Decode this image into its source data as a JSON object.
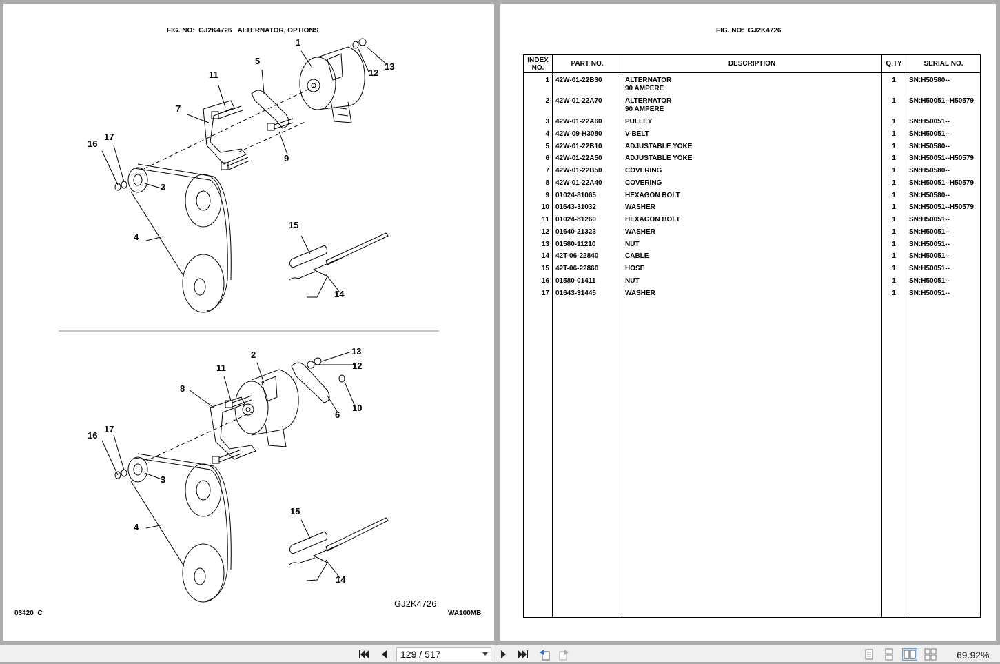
{
  "left_page": {
    "fig_no_label": "FIG. NO:",
    "fig_no": "GJ2K4726",
    "fig_title": "ALTERNATOR, OPTIONS",
    "callouts_top": [
      "1",
      "5",
      "11",
      "7",
      "12",
      "13",
      "9",
      "16",
      "17",
      "3",
      "4",
      "15",
      "14"
    ],
    "callouts_bottom": [
      "2",
      "11",
      "8",
      "13",
      "12",
      "10",
      "6",
      "16",
      "17",
      "3",
      "15",
      "4",
      "14"
    ],
    "figure_code": "GJ2K4726",
    "doc_code": "03420_C",
    "model": "WA100MB"
  },
  "right_page": {
    "fig_no_label": "FIG. NO:",
    "fig_no": "GJ2K4726",
    "table": {
      "headers": {
        "index": "INDEX\nNO.",
        "part": "PART NO.",
        "desc": "DESCRIPTION",
        "qty": "Q.TY",
        "serial": "SERIAL NO."
      },
      "rows": [
        {
          "idx": "1",
          "part": "42W-01-22B30",
          "desc": "ALTERNATOR\n90 AMPERE",
          "qty": "1",
          "serial": "SN:H50580--"
        },
        {
          "idx": "2",
          "part": "42W-01-22A70",
          "desc": "ALTERNATOR\n90 AMPERE",
          "qty": "1",
          "serial": "SN:H50051--H50579"
        },
        {
          "idx": "3",
          "part": "42W-01-22A60",
          "desc": "PULLEY",
          "qty": "1",
          "serial": "SN:H50051--"
        },
        {
          "idx": "4",
          "part": "42W-09-H3080",
          "desc": "V-BELT",
          "qty": "1",
          "serial": "SN:H50051--"
        },
        {
          "idx": "5",
          "part": "42W-01-22B10",
          "desc": "ADJUSTABLE YOKE",
          "qty": "1",
          "serial": "SN:H50580--"
        },
        {
          "idx": "6",
          "part": "42W-01-22A50",
          "desc": "ADJUSTABLE YOKE",
          "qty": "1",
          "serial": "SN:H50051--H50579"
        },
        {
          "idx": "7",
          "part": "42W-01-22B50",
          "desc": "COVERING",
          "qty": "1",
          "serial": "SN:H50580--"
        },
        {
          "idx": "8",
          "part": "42W-01-22A40",
          "desc": "COVERING",
          "qty": "1",
          "serial": "SN:H50051--H50579"
        },
        {
          "idx": "9",
          "part": "01024-81065",
          "desc": "HEXAGON BOLT",
          "qty": "1",
          "serial": "SN:H50580--"
        },
        {
          "idx": "10",
          "part": "01643-31032",
          "desc": "WASHER",
          "qty": "1",
          "serial": "SN:H50051--H50579"
        },
        {
          "idx": "11",
          "part": "01024-81260",
          "desc": "HEXAGON BOLT",
          "qty": "1",
          "serial": "SN:H50051--"
        },
        {
          "idx": "12",
          "part": "01640-21323",
          "desc": "WASHER",
          "qty": "1",
          "serial": "SN:H50051--"
        },
        {
          "idx": "13",
          "part": "01580-11210",
          "desc": "NUT",
          "qty": "1",
          "serial": "SN:H50051--"
        },
        {
          "idx": "14",
          "part": "42T-06-22840",
          "desc": "CABLE",
          "qty": "1",
          "serial": "SN:H50051--"
        },
        {
          "idx": "15",
          "part": "42T-06-22860",
          "desc": "HOSE",
          "qty": "1",
          "serial": "SN:H50051--"
        },
        {
          "idx": "16",
          "part": "01580-01411",
          "desc": "NUT",
          "qty": "1",
          "serial": "SN:H50051--"
        },
        {
          "idx": "17",
          "part": "01643-31445",
          "desc": "WASHER",
          "qty": "1",
          "serial": "SN:H50051--"
        }
      ]
    }
  },
  "toolbar": {
    "page_value": "129 / 517",
    "zoom": "69.92%",
    "icons": [
      "first-page-icon",
      "prev-page-icon",
      "next-page-icon",
      "last-page-icon",
      "previous-view-icon",
      "next-view-icon",
      "single-page-view-icon",
      "continuous-view-icon",
      "facing-view-icon",
      "continuous-facing-view-icon"
    ]
  }
}
